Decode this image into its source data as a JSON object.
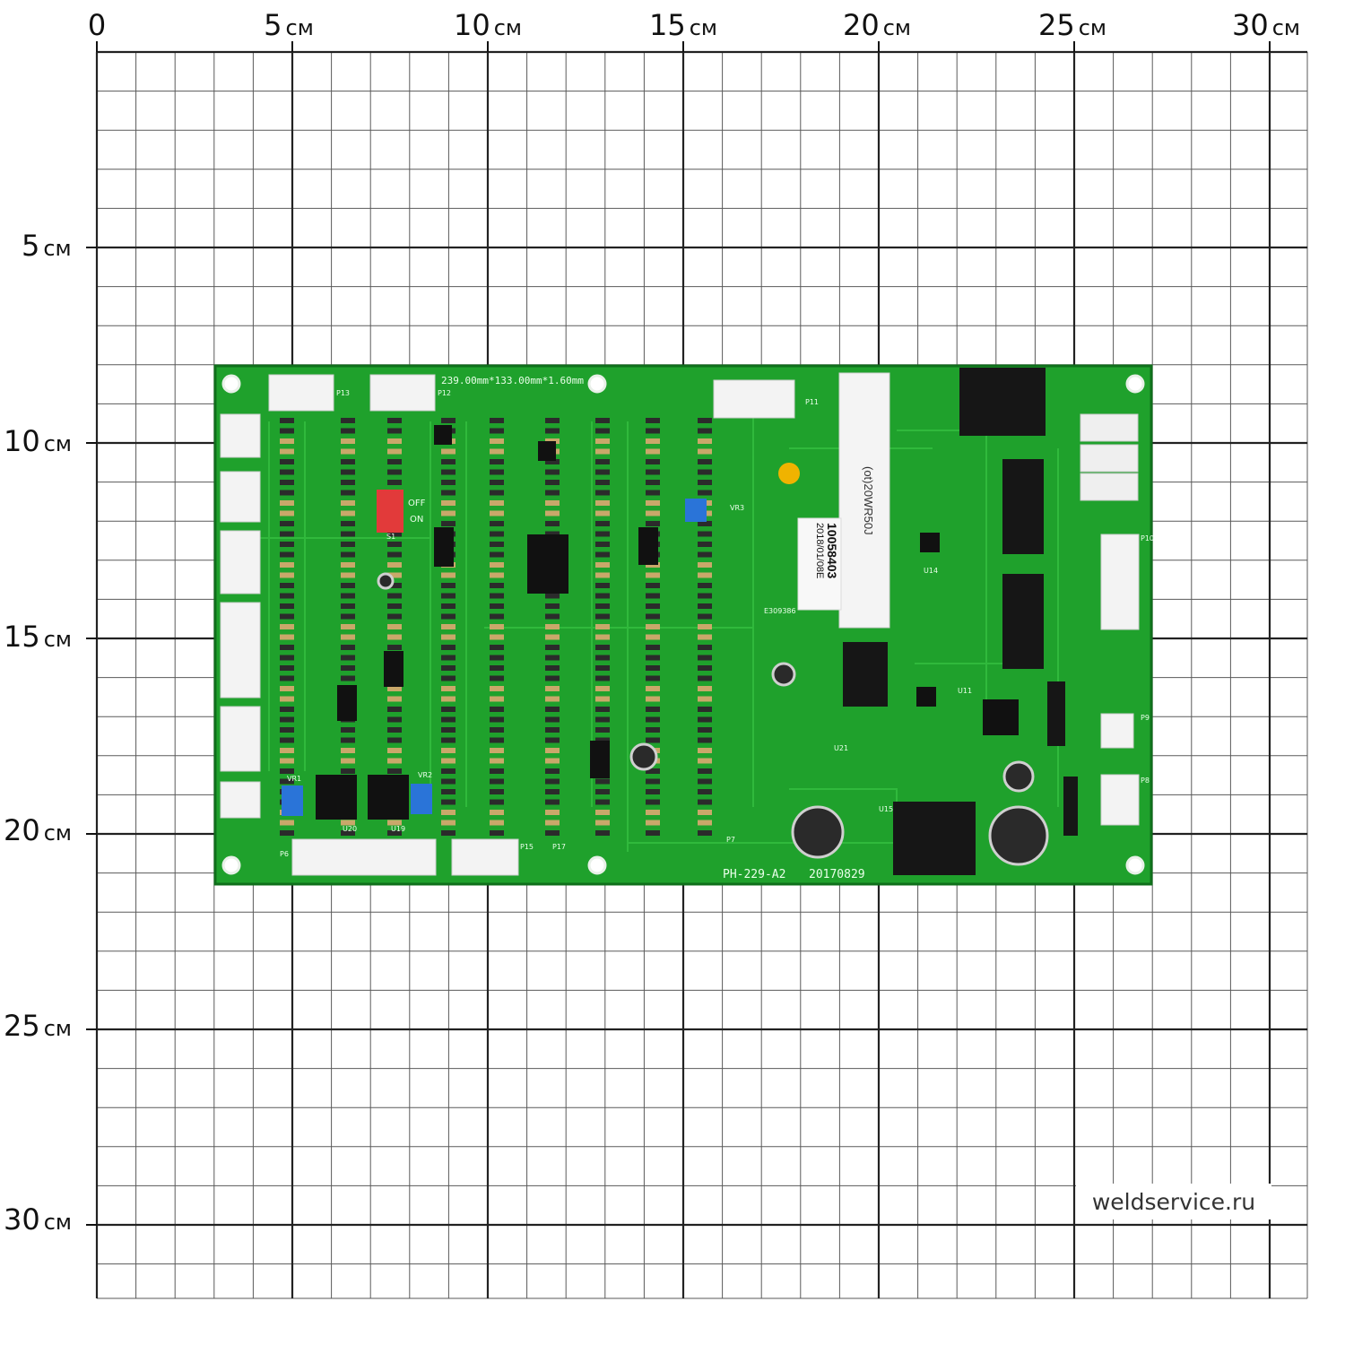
{
  "ruler": {
    "unit": "см",
    "columns": [
      "0",
      "5",
      "10",
      "15",
      "20",
      "25",
      "30"
    ],
    "rows": [
      "5",
      "10",
      "15",
      "20",
      "25",
      "30"
    ]
  },
  "board": {
    "model": "PH-229-A2",
    "date_code": "20170829",
    "dimensions": "239.00mm*133.00mm*1.60mm",
    "part_number": "10058403",
    "part_date": "2018/01/08E",
    "resistor_marking": "(ot)20WR50J",
    "ul_code": "E309386",
    "connectors": [
      "P13",
      "P12",
      "P11",
      "P6",
      "P15",
      "P17",
      "P7",
      "P9",
      "P8",
      "P10"
    ],
    "dip_switch": {
      "name": "S1",
      "off": "OFF",
      "on": "ON"
    },
    "chips": [
      "U20",
      "U19",
      "U14",
      "U11",
      "U21",
      "U15"
    ],
    "pot_labels": [
      "VR1",
      "VR2",
      "VR3"
    ],
    "body_color": "#1fa12c"
  },
  "watermark": "weldservice.ru"
}
